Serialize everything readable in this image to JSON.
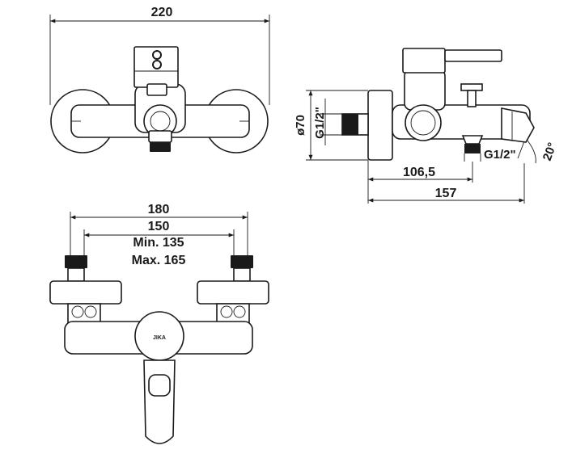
{
  "dimensions": {
    "front_width": "220",
    "pipe_diameter": "ø70",
    "inlet_thread": "G1/2\"",
    "outlet_thread": "G1/2\"",
    "spout_angle": "20°",
    "depth_outlet": "106,5",
    "depth_total": "157",
    "top_width": "180",
    "inlet_spacing": "150",
    "spacing_min": "Min. 135",
    "spacing_max": "Max. 165"
  },
  "brand": {
    "logo_text": "JIKA"
  }
}
